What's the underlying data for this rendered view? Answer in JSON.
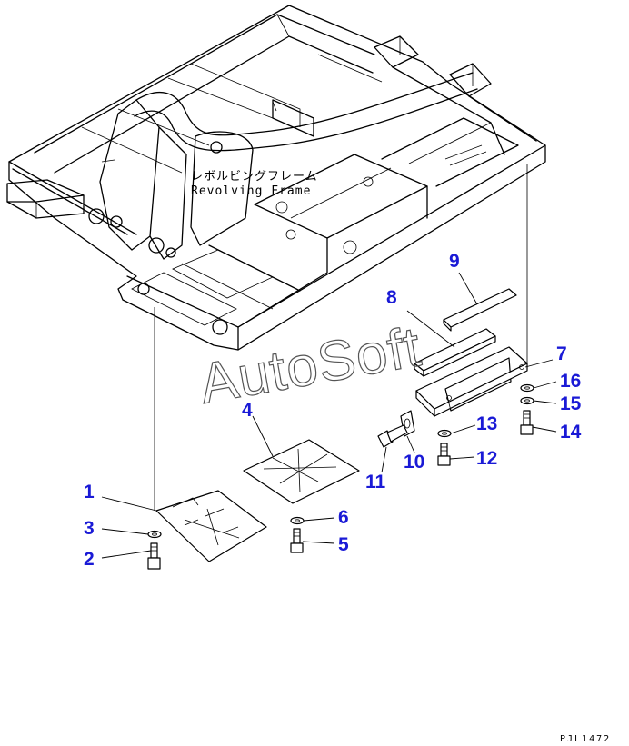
{
  "diagram": {
    "frame_label_jp": "レボルビングフレーム",
    "frame_label_en": "Revolving Frame",
    "watermark": "AutoSoft",
    "document_id": "PJL1472",
    "callouts": [
      "1",
      "2",
      "3",
      "4",
      "5",
      "6",
      "7",
      "8",
      "9",
      "10",
      "11",
      "12",
      "13",
      "14",
      "15",
      "16"
    ]
  }
}
